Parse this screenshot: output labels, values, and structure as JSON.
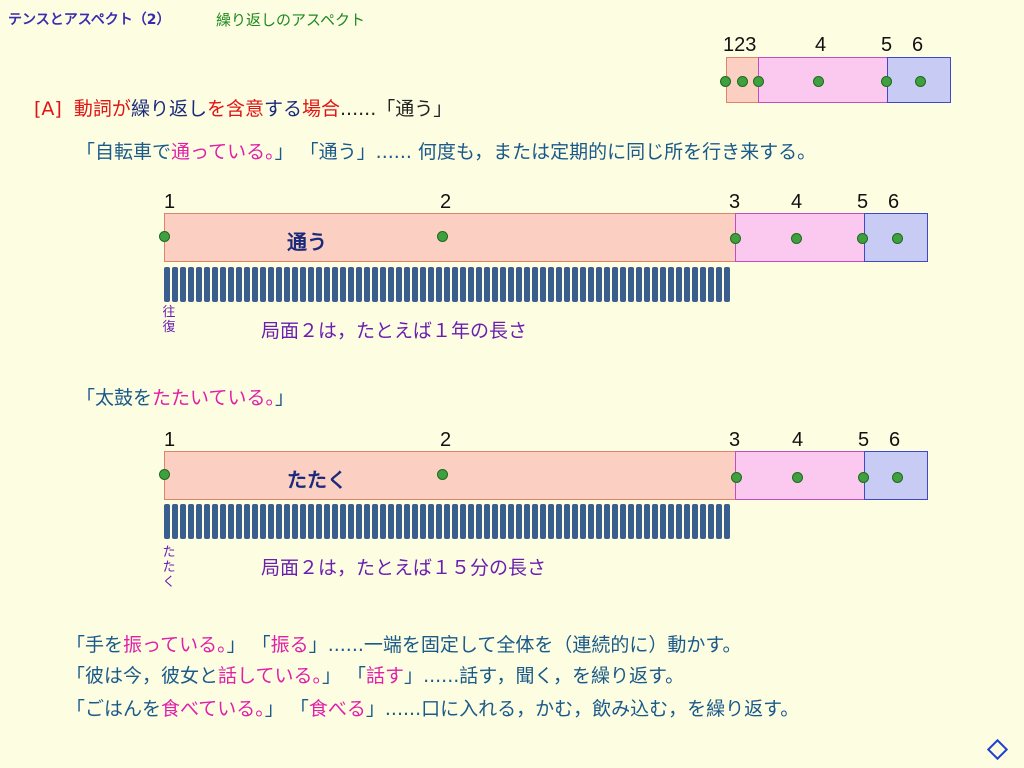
{
  "header": {
    "left": "テンスとアスペクト（2）",
    "right": "繰り返しのアスペクト"
  },
  "top_diagram": {
    "numbers": [
      "123",
      "4",
      "5",
      "6"
    ]
  },
  "section_a": {
    "label": "[A]",
    "t1": "動詞が",
    "t2": "繰り返し",
    "t3": "を含意",
    "t4": "する",
    "t5": "場合",
    "t6": "......「通う」"
  },
  "example1": {
    "q_open": "「自転車で",
    "verb": "通っている。",
    "q_close": "」",
    "word": "「通う」",
    "desc": "...... 何度も，または定期的に同じ所を行き来する。"
  },
  "diagram1": {
    "numbers": [
      "1",
      "2",
      "3",
      "4",
      "5",
      "6"
    ],
    "bar_label": "通う",
    "side_label": [
      "往",
      "復"
    ],
    "caption": "局面２は，たとえば１年の長さ"
  },
  "example2": {
    "q_open": "「太鼓を",
    "verb": "たたいている。",
    "q_close": "」"
  },
  "diagram2": {
    "numbers": [
      "1",
      "2",
      "3",
      "4",
      "5",
      "6"
    ],
    "bar_label": "たたく",
    "side_label": [
      "た",
      "た",
      "く"
    ],
    "caption": "局面２は，たとえば１５分の長さ"
  },
  "bottom_examples": [
    {
      "q_open": "「手を",
      "verb": "振っている。",
      "q_close": "」",
      "w_open": "「",
      "word": "振る",
      "w_close": "」",
      "desc": "......一端を固定して全体を（連続的に）動かす。"
    },
    {
      "q_open": "「彼は今，彼女と",
      "verb": "話している。",
      "q_close": "」",
      "w_open": "「",
      "word": "話す",
      "w_close": "」",
      "desc": "......話す，聞く，を繰り返す。"
    },
    {
      "q_open": "「ごはんを",
      "verb": "食べている。",
      "q_close": "」",
      "w_open": "「",
      "word": "食べる",
      "w_close": "」",
      "desc": "......口に入れる，かむ，飲み込む，を繰り返す。"
    }
  ],
  "colors": {
    "background": "#fdfde2",
    "phase_a": "#fbcfc2",
    "phase_b": "#fbc8f0",
    "phase_c": "#c8cbf4",
    "dot": "#40a040",
    "teeth": "#3a5e8e"
  }
}
